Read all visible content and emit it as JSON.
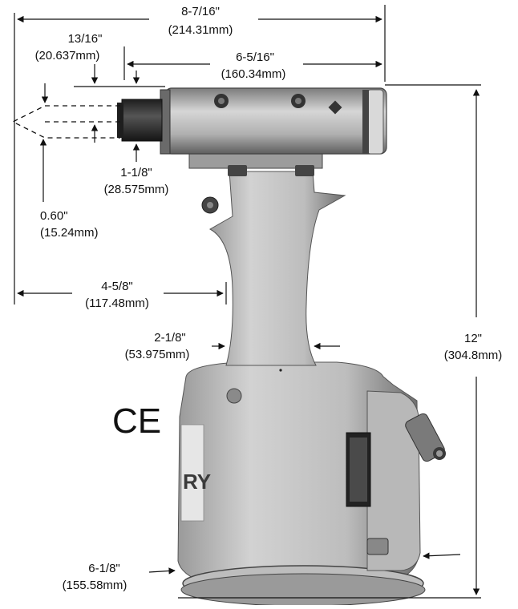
{
  "colors": {
    "line": "#111111",
    "tool_dark": "#2e2e2e",
    "tool_mid": "#8c8c8c",
    "tool_light": "#c4c4c4",
    "tool_highlight": "#dadada",
    "nozzle": "#3a3a3a"
  },
  "icons": {
    "ce_mark": "ce-conformity-mark",
    "tool": "pneumatic-riveter-photo"
  },
  "marks": {
    "ce": "CE",
    "brand_partial": "RY"
  },
  "dimensions": {
    "overall_length": {
      "fraction": "8-7/16\"",
      "metric": "(214.31mm)"
    },
    "nose_offset": {
      "fraction": "13/16\"",
      "metric": "(20.637mm)"
    },
    "head_length": {
      "fraction": "6-5/16\"",
      "metric": "(160.34mm)"
    },
    "nose_diameter": {
      "fraction": "1-1/8\"",
      "metric": "(28.575mm)"
    },
    "stroke": {
      "fraction": "0.60\"",
      "metric": "(15.24mm)"
    },
    "handle_offset": {
      "fraction": "4-5/8\"",
      "metric": "(117.48mm)"
    },
    "grip_width": {
      "fraction": "2-1/8\"",
      "metric": "(53.975mm)"
    },
    "overall_height": {
      "fraction": "12\"",
      "metric": "(304.8mm)"
    },
    "base_diameter": {
      "fraction": "6-1/8\"",
      "metric": "(155.58mm)"
    }
  }
}
